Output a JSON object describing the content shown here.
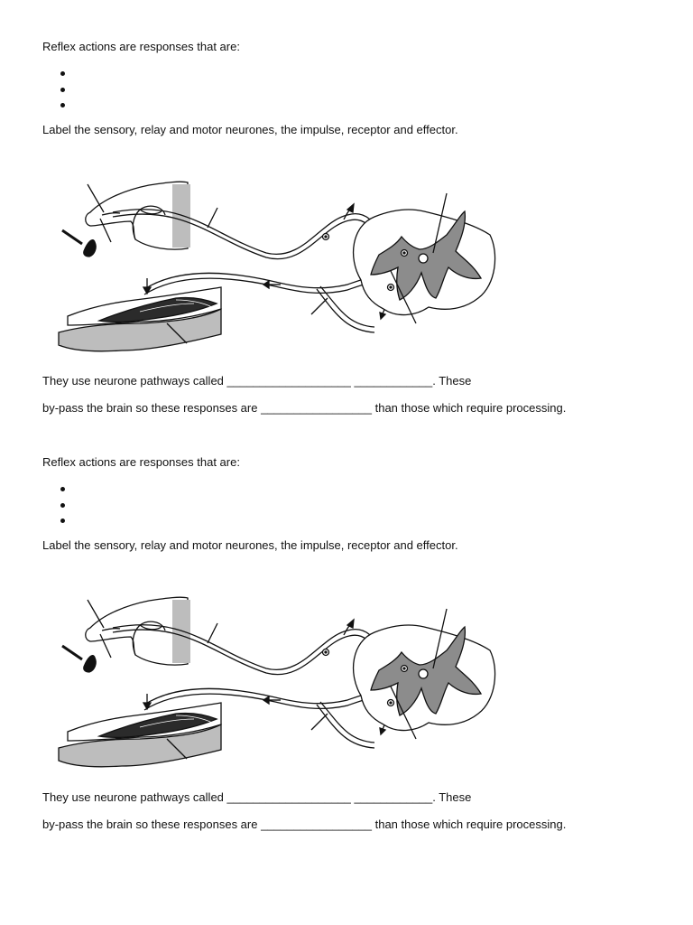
{
  "sections": [
    {
      "intro": "Reflex actions are responses that are:",
      "bullets": [
        "",
        "",
        ""
      ],
      "instruction": "Label the sensory, relay and motor neurones, the impulse, receptor and effector.",
      "line1": "They use neurone pathways called ___________________ ____________. These",
      "line2": "by-pass the brain so these responses are _________________ than those which require processing."
    },
    {
      "intro": "Reflex actions are responses that are:",
      "bullets": [
        "",
        "",
        ""
      ],
      "instruction": "Label the sensory, relay and motor neurones, the impulse, receptor and effector.",
      "line1": "They use neurone pathways called ___________________ ____________. These",
      "line2": "by-pass the brain so these responses are _________________ than those which require processing."
    }
  ],
  "colors": {
    "text": "#111111",
    "grey_matter": "#8c8c8c",
    "muscle": "#2b2b2b",
    "skin_shade": "#bdbdbd"
  }
}
